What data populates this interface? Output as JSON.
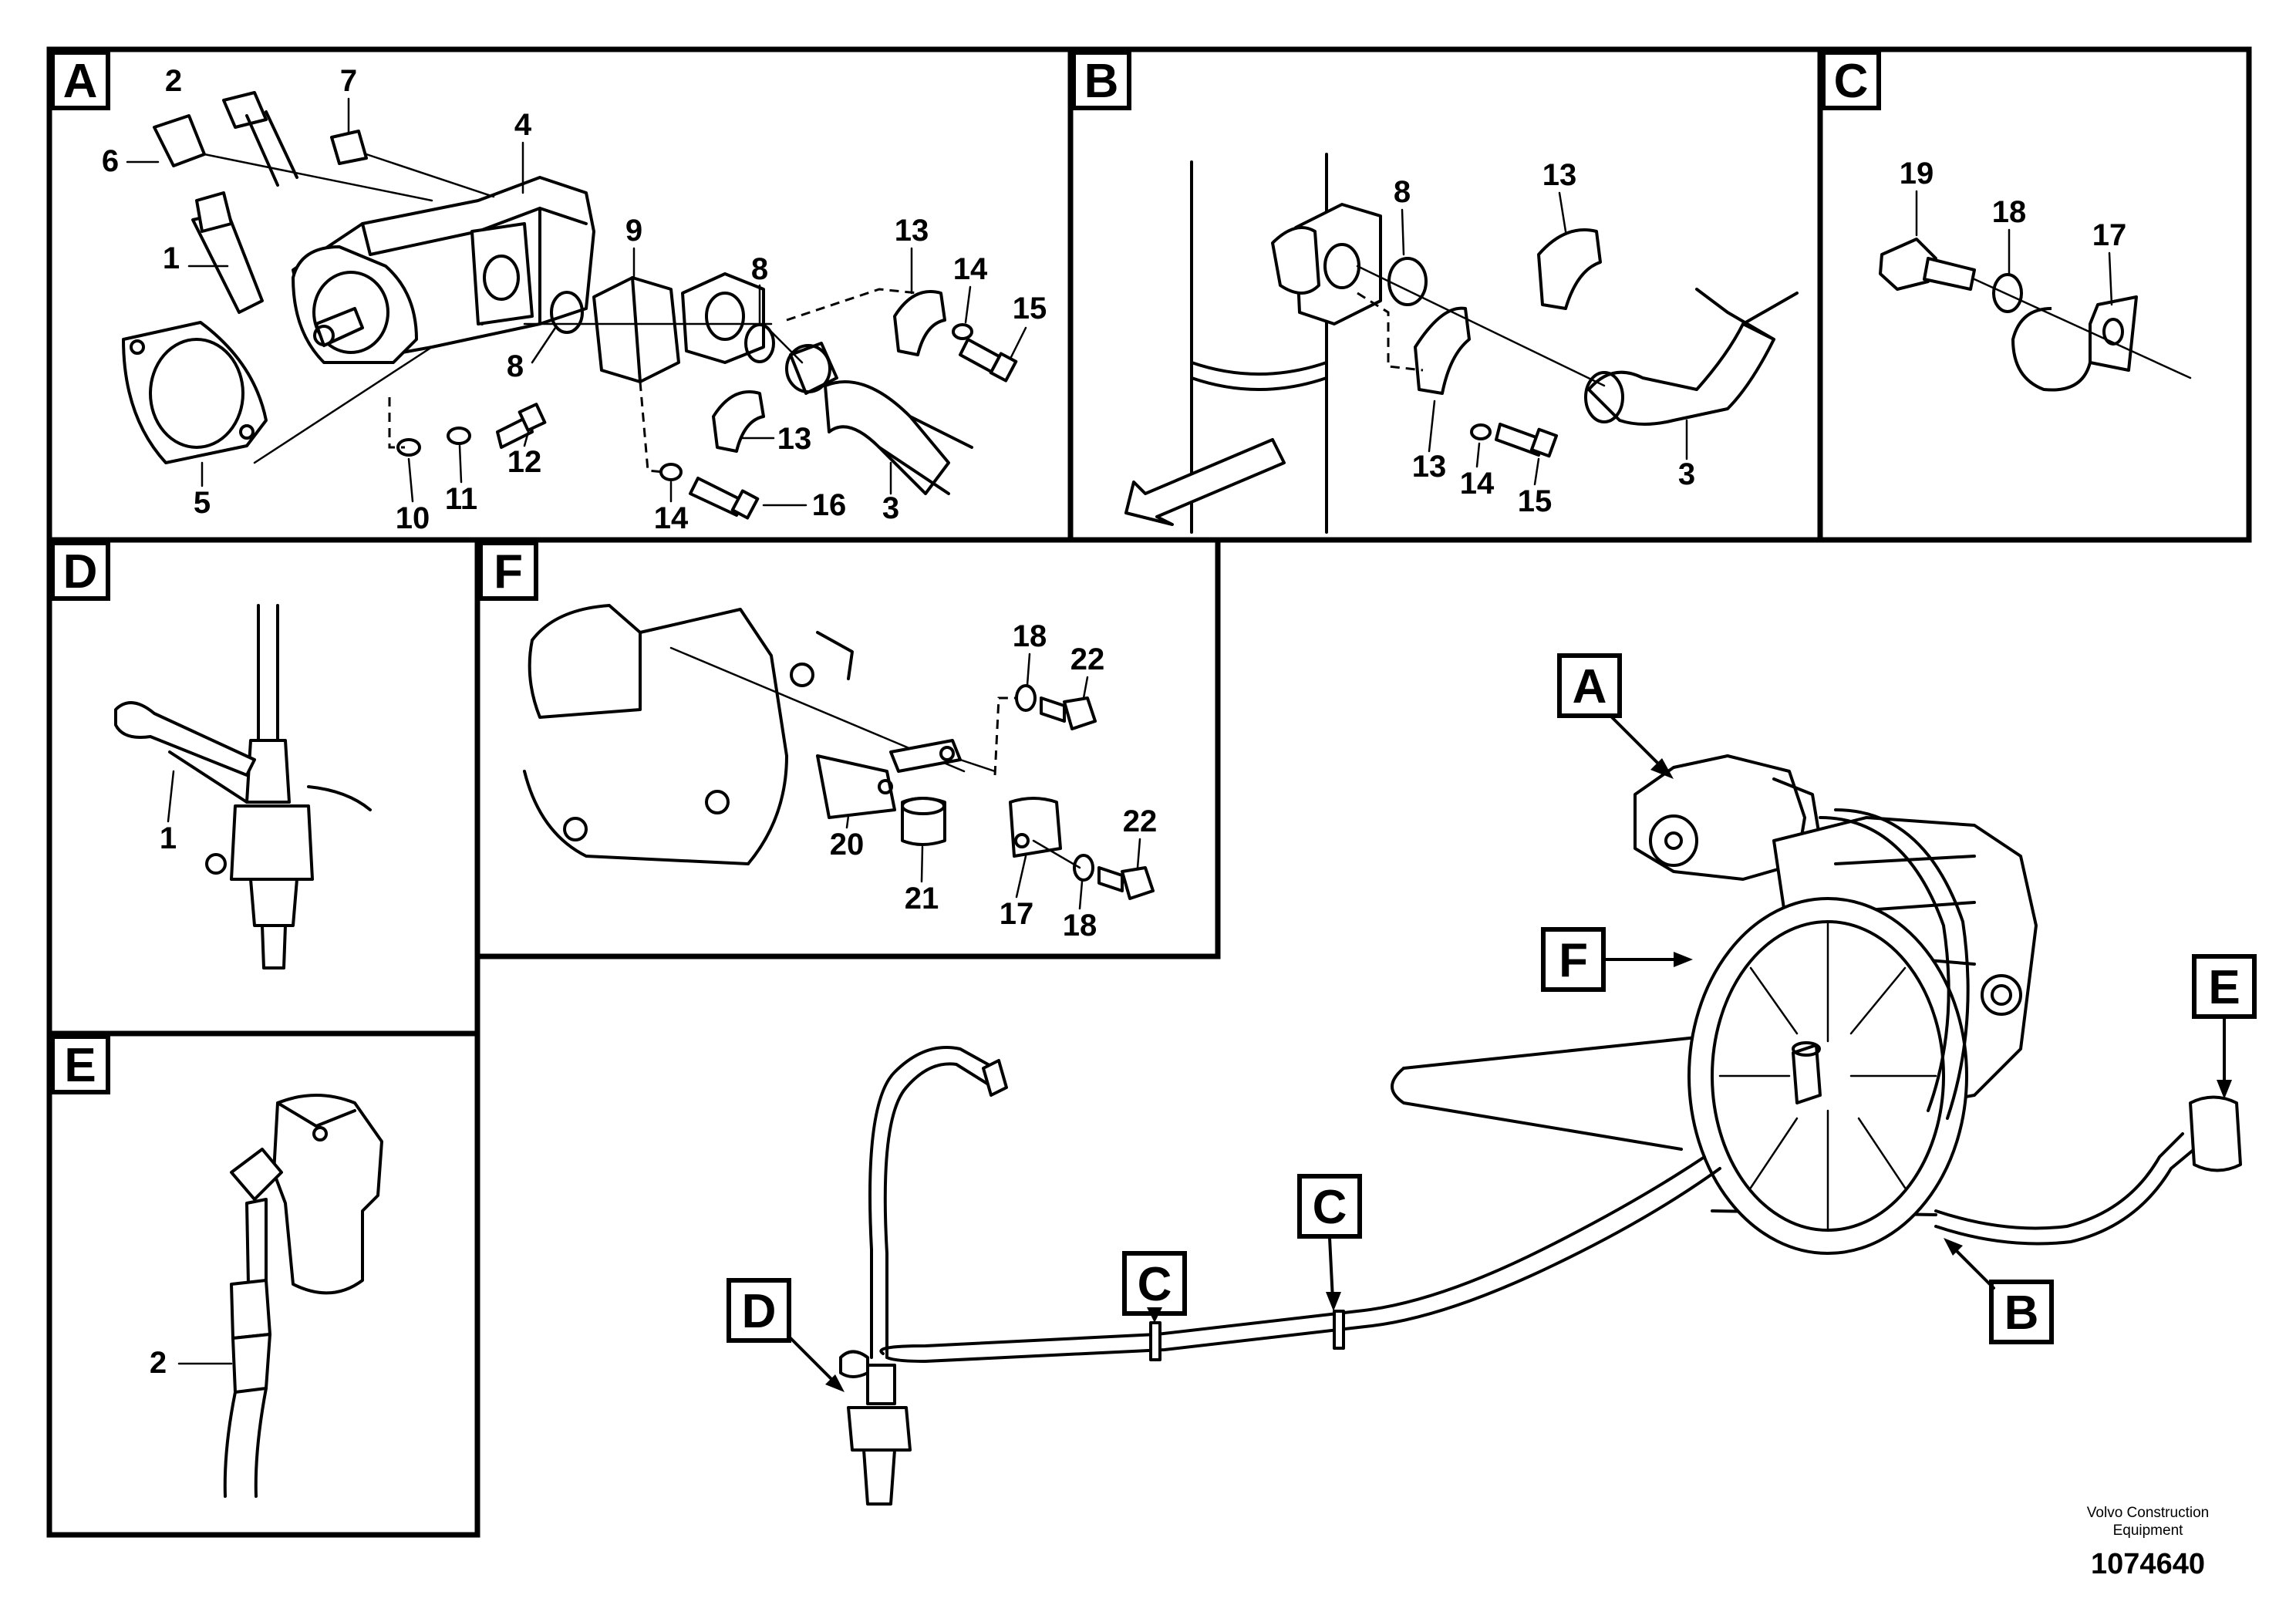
{
  "panels": {
    "A": {
      "label": "A"
    },
    "B": {
      "label": "B"
    },
    "C": {
      "label": "C"
    },
    "D": {
      "label": "D"
    },
    "E": {
      "label": "E"
    },
    "F": {
      "label": "F"
    }
  },
  "overview_callouts": {
    "A": "A",
    "B": "B",
    "C1": "C",
    "C2": "C",
    "D": "D",
    "E": "E",
    "F": "F"
  },
  "part_numbers": {
    "A": [
      "1",
      "2",
      "3",
      "4",
      "5",
      "6",
      "7",
      "8",
      "8",
      "9",
      "10",
      "11",
      "12",
      "13",
      "13",
      "14",
      "14",
      "15",
      "16"
    ],
    "B": [
      "8",
      "13",
      "13",
      "14",
      "15",
      "3"
    ],
    "C": [
      "19",
      "18",
      "17"
    ],
    "D": [
      "1"
    ],
    "E": [
      "2"
    ],
    "F": [
      "18",
      "22",
      "20",
      "21",
      "17",
      "18",
      "22"
    ]
  },
  "footer": {
    "brand_line1": "Volvo Construction",
    "brand_line2": "Equipment",
    "drawing_number": "1074640"
  }
}
